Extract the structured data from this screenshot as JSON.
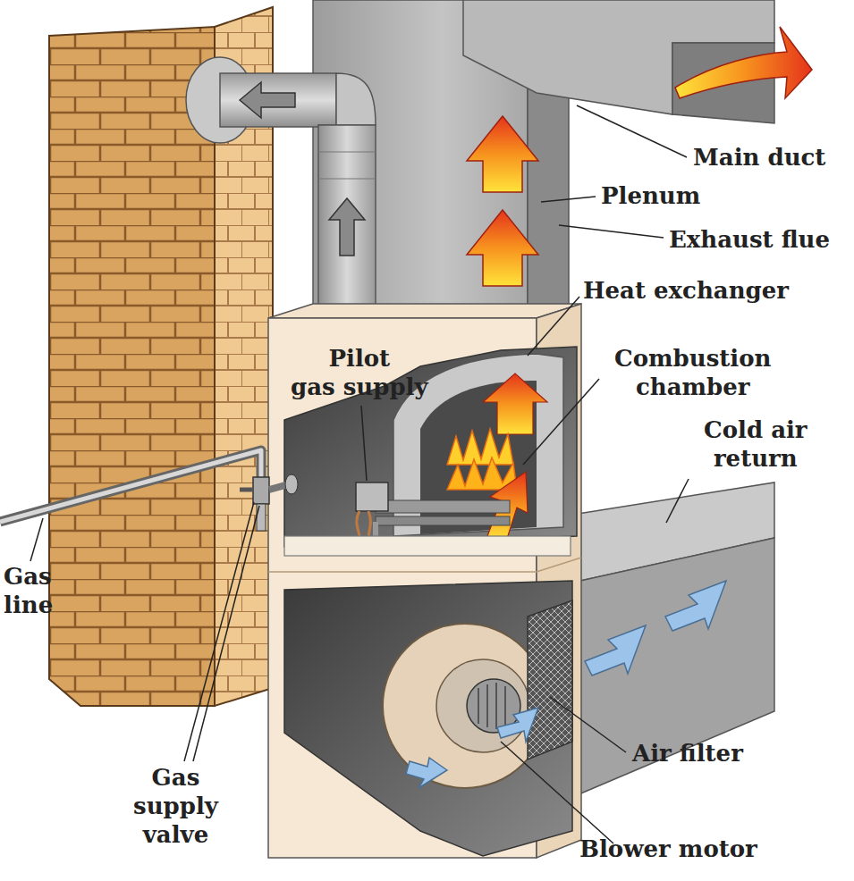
{
  "diagram": {
    "labels": [
      "Main duct",
      "Plenum",
      "Exhaust flue",
      "Heat exchanger",
      "Pilot gas supply",
      "Combustion chamber",
      "Cold air return",
      "Gas line",
      "Gas supply valve",
      "Air filter",
      "Blower motor"
    ]
  }
}
